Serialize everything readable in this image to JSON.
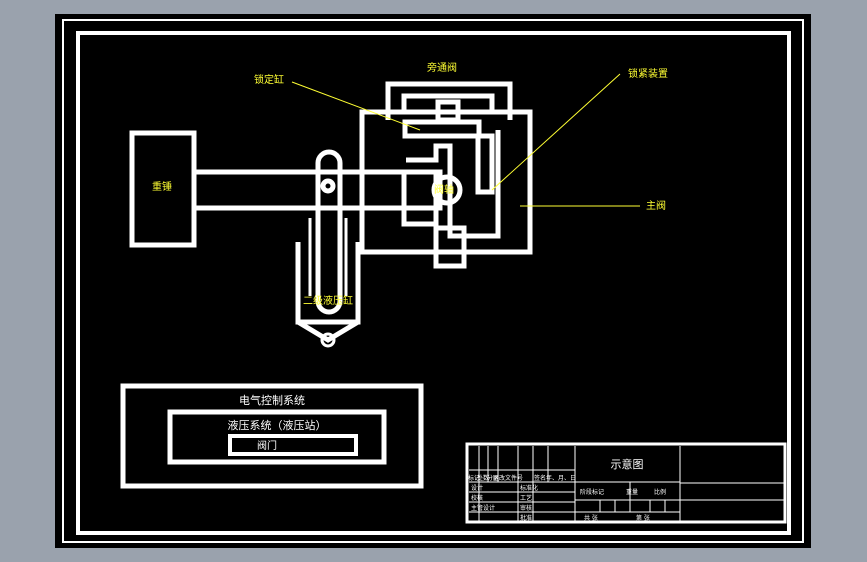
{
  "colors": {
    "outer_bg": "#9aa2ad",
    "canvas_bg": "#000000",
    "linework": "#ffffff",
    "callout": "#ffff33"
  },
  "labels": {
    "bypass_valve": "旁通阀",
    "lock_cylinder": "锁定缸",
    "lock_device": "锁紧装置",
    "heavy_hammer": "重锤",
    "valve_shaft": "阀轴",
    "main_valve": "主阀",
    "secondary_cylinder": "二级液压缸"
  },
  "blocks": {
    "electrical": "电气控制系统",
    "hydraulic": "液压系统（液压站）",
    "valve": "阀门"
  },
  "title_block": {
    "title": "示意图",
    "rev_headers": [
      "标记",
      "处数",
      "分区",
      "更改文件号",
      "签名",
      "年、月、日"
    ],
    "role_rows": [
      {
        "left": "设计",
        "right": "标准化"
      },
      {
        "left": "校核",
        "right": "工艺"
      },
      {
        "left": "主管设计",
        "right": "审核"
      },
      {
        "left": "",
        "right": "批准"
      }
    ],
    "stage_headers": [
      "阶段标记",
      "重量",
      "比例"
    ],
    "sheet_left": "共 张",
    "sheet_right": "第 张"
  }
}
